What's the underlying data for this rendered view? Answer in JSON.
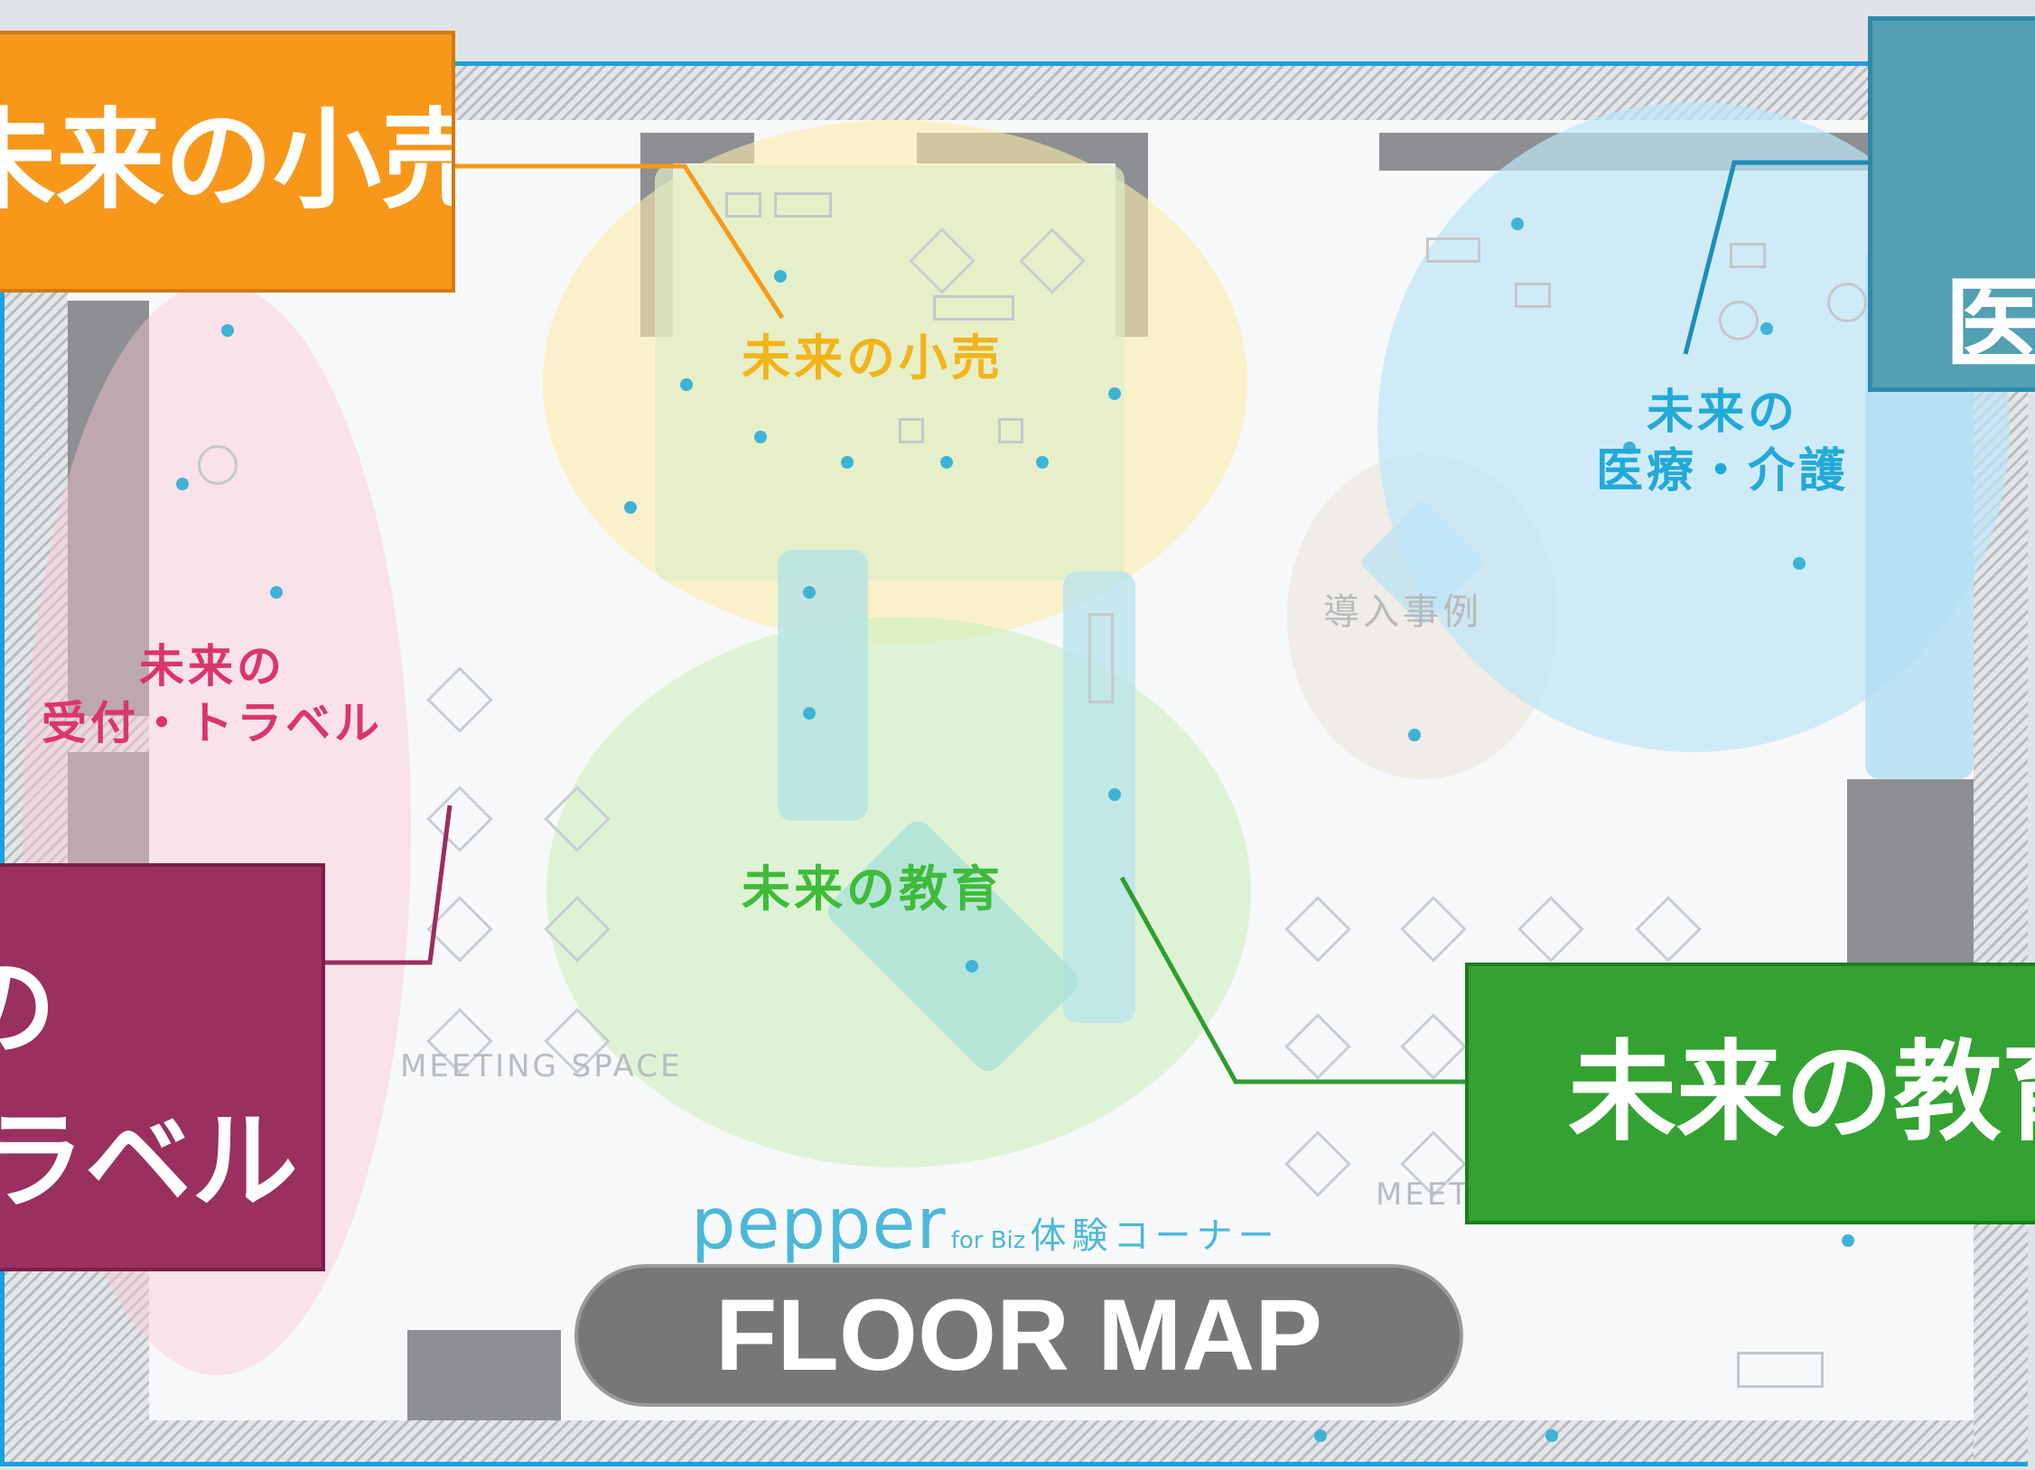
{
  "zones": {
    "retail": "未来の小売",
    "healthcare_line1": "未来の",
    "healthcare_line2": "医療・介護",
    "reception_line1": "未来の",
    "reception_line2": "受付・トラベル",
    "education": "未来の教育",
    "cases": "導入事例"
  },
  "labels": {
    "meeting_space": "MEETING SPACE",
    "meeting_space_right": "MEETING SPACE",
    "brand_main": "pepper",
    "brand_for": "for Biz",
    "brand_corner": "体験コーナー"
  },
  "callouts": {
    "retail": "未来の小売",
    "healthcare": "医",
    "reception_line1": "の",
    "reception_line2": "ラベル",
    "education": "未来の教育"
  },
  "floor_map_label": "FLOOR MAP",
  "colors": {
    "retail": "#f59a1c",
    "healthcare": "#4e9aac",
    "reception": "#9b2c5e",
    "education": "#2f9d2f",
    "frame": "#1aa0e0"
  }
}
